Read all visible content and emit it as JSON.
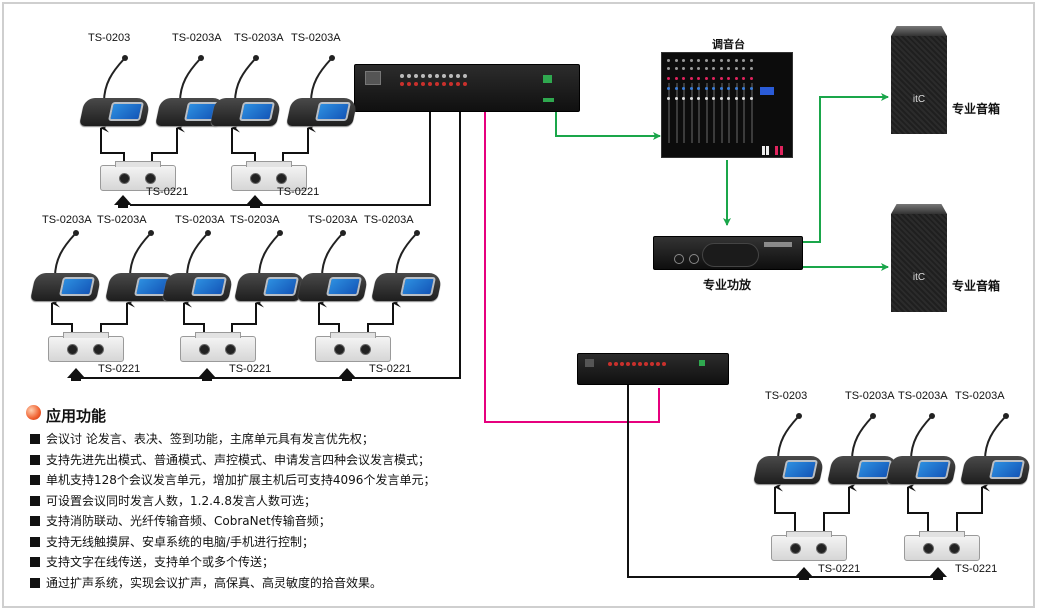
{
  "colors": {
    "audio_line": "#1aa64a",
    "fiber_line": "#e6007e",
    "cable_line": "#111111",
    "frame_border": "#cfcfcf",
    "bullet_accent": "#f06030"
  },
  "equipment": {
    "mixer_label": "调音台",
    "amplifier_label": "专业功放",
    "speaker_top_label": "专业音箱",
    "speaker_bottom_label": "专业音箱",
    "speaker_logo": "itC"
  },
  "group1": {
    "units": [
      "TS-0203",
      "TS-0203A",
      "TS-0203A",
      "TS-0203A"
    ],
    "splitters": [
      "TS-0221",
      "TS-0221"
    ]
  },
  "group2": {
    "units": [
      "TS-0203A",
      "TS-0203A",
      "TS-0203A",
      "TS-0203A",
      "TS-0203A",
      "TS-0203A"
    ],
    "splitters": [
      "TS-0221",
      "TS-0221",
      "TS-0221"
    ]
  },
  "group3": {
    "units": [
      "TS-0203",
      "TS-0203A",
      "TS-0203A",
      "TS-0203A"
    ],
    "splitters": [
      "TS-0221",
      "TS-0221"
    ]
  },
  "features": {
    "title": "应用功能",
    "items": [
      "会议讨 论发言、表决、签到功能，主席单元具有发言优先权；",
      "支持先进先出模式、普通模式、声控模式、申请发言四种会议发言模式；",
      "单机支持128个会议发言单元，增加扩展主机后可支持4096个发言单元；",
      "可设置会议同时发言人数，1.2.4.8发言人数可选；",
      "支持消防联动、光纤传输音频、CobraNet传输音频；",
      "支持无线触摸屏、安卓系统的电脑/手机进行控制；",
      "支持文字在线传送，支持单个或多个传送；",
      "通过扩声系统，实现会议扩声，高保真、高灵敏度的拾音效果。"
    ]
  }
}
